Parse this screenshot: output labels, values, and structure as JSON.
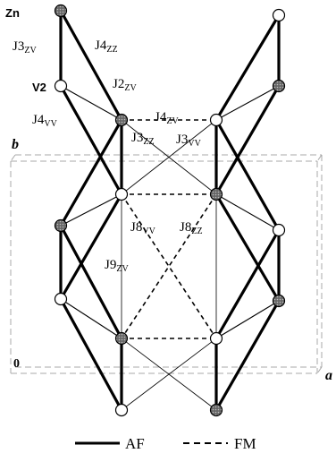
{
  "atoms": {
    "zn": "Zn",
    "v2": "V2"
  },
  "couplings": {
    "j3zv": {
      "main": "J3",
      "sub": "ZV"
    },
    "j4zz": {
      "main": "J4",
      "sub": "ZZ"
    },
    "j2zv": {
      "main": "J2",
      "sub": "ZV"
    },
    "j4vv": {
      "main": "J4",
      "sub": "VV"
    },
    "j4zv": {
      "main": "J4",
      "sub": "ZV"
    },
    "j3zz": {
      "main": "J3",
      "sub": "ZZ"
    },
    "j3vv": {
      "main": "J3",
      "sub": "VV"
    },
    "j8vv": {
      "main": "J8",
      "sub": "VV"
    },
    "j8zz": {
      "main": "J8",
      "sub": "ZZ"
    },
    "j9zv": {
      "main": "J9",
      "sub": "ZV"
    }
  },
  "axes": {
    "b": "b",
    "a": "a",
    "origin": "0"
  },
  "legend": {
    "af": "AF",
    "fm": "FM"
  },
  "colors": {
    "ink": "#000000",
    "background": "#ffffff",
    "cell": "#a8a8a8",
    "zn_fill": "#444444",
    "v_fill": "#ffffff"
  }
}
